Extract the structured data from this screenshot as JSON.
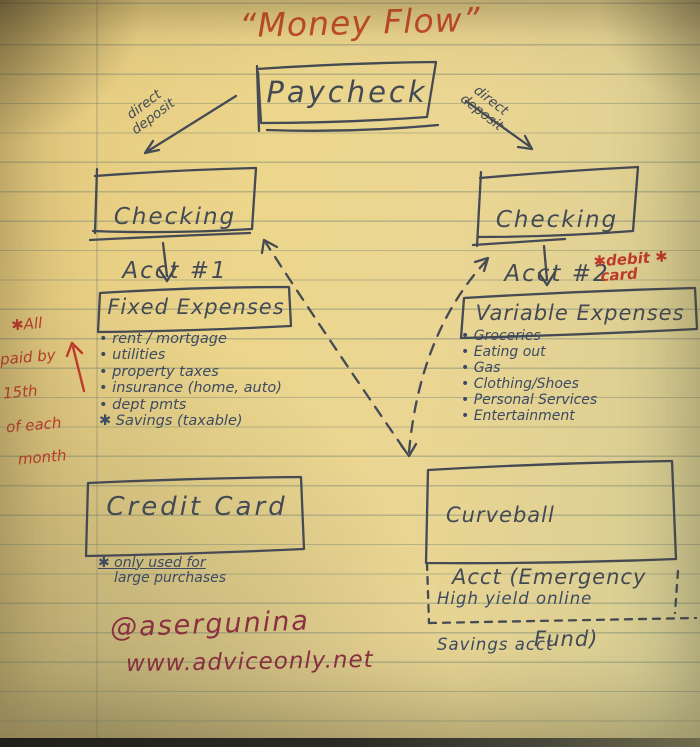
{
  "title": "“Money Flow”",
  "flow": {
    "paycheck": "Paycheck",
    "direct_deposit_left": "direct deposit",
    "direct_deposit_right": "direct deposit",
    "checking1": {
      "line1": "Checking",
      "line2": "Acct #1"
    },
    "checking2": {
      "line1": "Checking",
      "line2": "Acct #2"
    },
    "fixed_expenses": {
      "title": "Fixed Expenses",
      "items": [
        "• rent / mortgage",
        "• utilities",
        "• property taxes",
        "• insurance (home, auto)",
        "• dept pmts",
        "✱ Savings (taxable)"
      ]
    },
    "variable_expenses": {
      "title": "Variable Expenses",
      "items": [
        "• Groceries",
        "• Eating out",
        "• Gas",
        "• Clothing/Shoes",
        "• Personal Services",
        "• Entertainment"
      ]
    },
    "credit_card": {
      "title": "Credit Card",
      "note_line1": "✱ only used for",
      "note_line2": "large purchases"
    },
    "curveball": {
      "line1": "Curveball",
      "line2": "Acct (Emergency",
      "line3": "Fund)",
      "note_line1": "High yield online",
      "note_line2": "Savings acct"
    }
  },
  "annotations": {
    "paid_by": {
      "line1": "✱All",
      "line2": "paid by",
      "line3": "15th",
      "line4": "of each",
      "line5": "month"
    },
    "debit_card": {
      "line1": "✱debit ✱",
      "line2": "card"
    }
  },
  "credits": {
    "handle": "@asergunina",
    "website": "www.adviceonly.net"
  },
  "colors": {
    "ink": "#444a55",
    "list_ink": "#3c4a63",
    "annotation_red": "#bf3b2b",
    "title_red": "#c14a2a",
    "credits_red": "#8a3040",
    "paper_yellow": "#ead593"
  }
}
